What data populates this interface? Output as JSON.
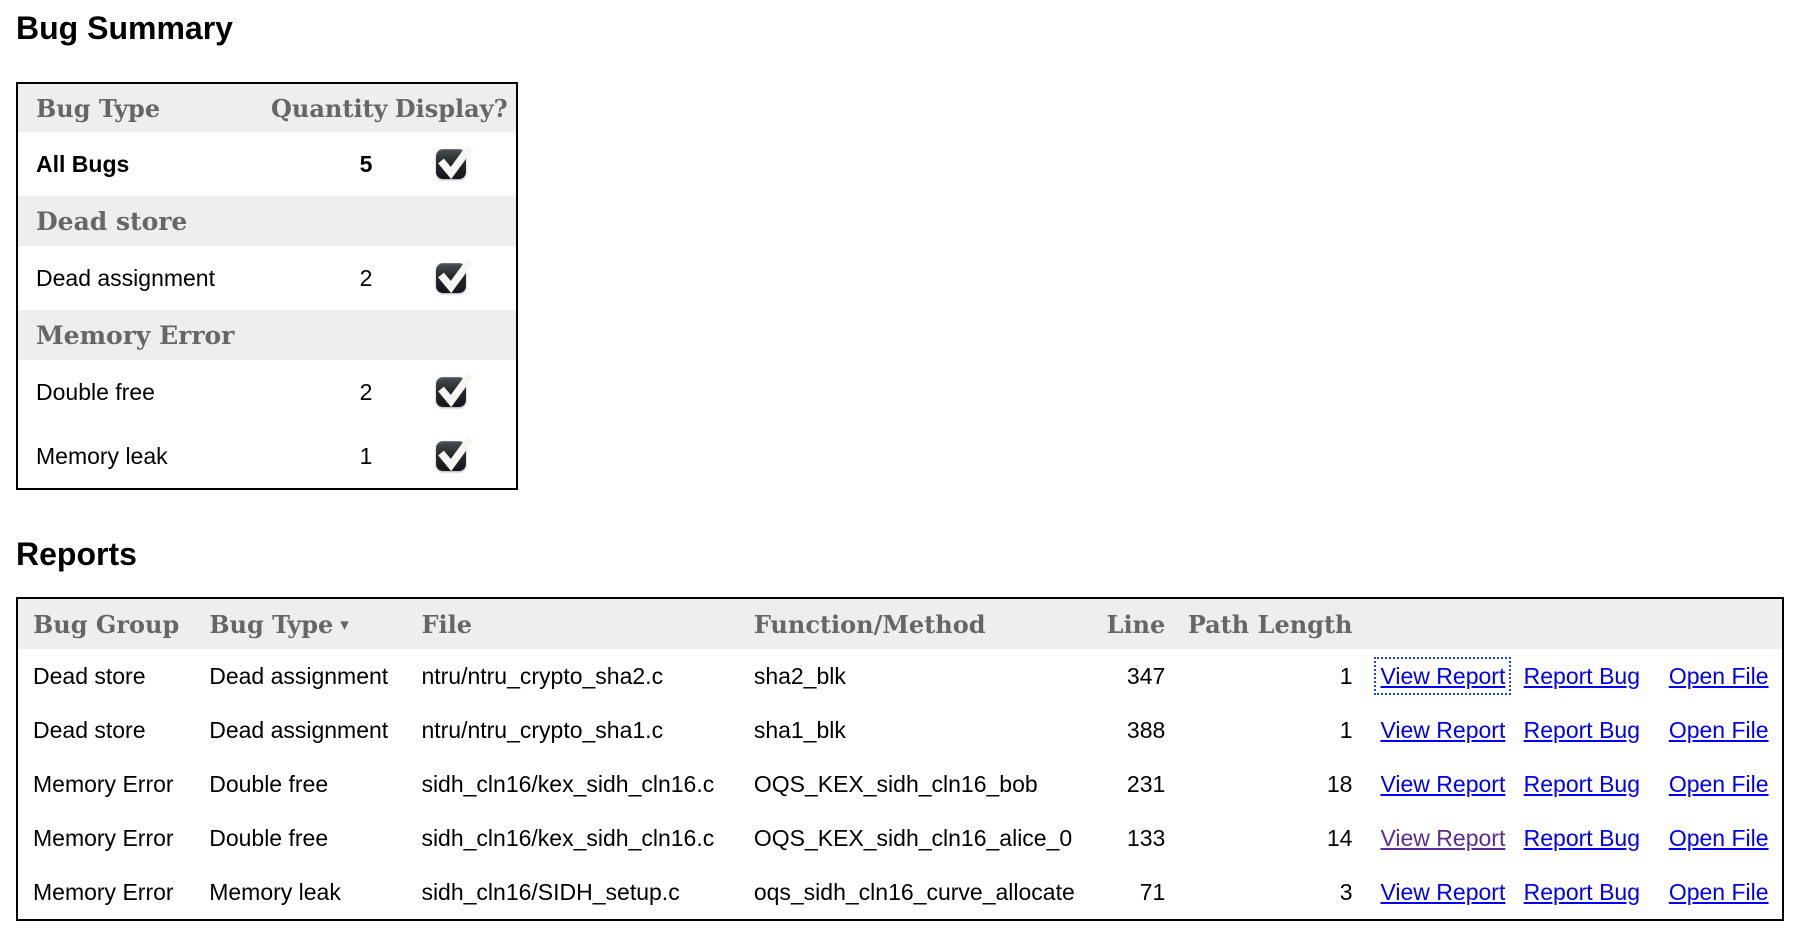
{
  "page": {
    "bug_summary_heading": "Bug Summary",
    "reports_heading": "Reports"
  },
  "colors": {
    "link": "#0000EE",
    "visited_link": "#5b2d90",
    "focus_outline": "#2444e0",
    "table_header_bg": "#eeeeee",
    "table_header_text": "#666666",
    "checkbox_dark": "#26292c",
    "checkmark": "#f6f6f3"
  },
  "summary_table": {
    "headers": {
      "bug_type": "Bug Type",
      "quantity": "Quantity",
      "display": "Display?"
    },
    "rows": [
      {
        "kind": "total",
        "label": "All Bugs",
        "quantity": "5",
        "checked": true
      },
      {
        "kind": "group",
        "label": "Dead store"
      },
      {
        "kind": "item",
        "label": "Dead assignment",
        "quantity": "2",
        "checked": true
      },
      {
        "kind": "group",
        "label": "Memory Error"
      },
      {
        "kind": "item",
        "label": "Double free",
        "quantity": "2",
        "checked": true
      },
      {
        "kind": "item",
        "label": "Memory leak",
        "quantity": "1",
        "checked": true
      }
    ]
  },
  "reports_table": {
    "headers": [
      {
        "label": "Bug Group"
      },
      {
        "label": "Bug Type",
        "sort_indicator": "▾"
      },
      {
        "label": "File"
      },
      {
        "label": "Function/Method"
      },
      {
        "label": "Line",
        "align": "right"
      },
      {
        "label": "Path Length",
        "align": "right"
      }
    ],
    "link_labels": {
      "view": "View Report",
      "report": "Report Bug",
      "open": "Open File"
    },
    "rows": [
      {
        "bug_group": "Dead store",
        "bug_type": "Dead assignment",
        "file": "ntru/ntru_crypto_sha2.c",
        "function": "sha2_blk",
        "line": "347",
        "path_length": "1",
        "view_state": "focused"
      },
      {
        "bug_group": "Dead store",
        "bug_type": "Dead assignment",
        "file": "ntru/ntru_crypto_sha1.c",
        "function": "sha1_blk",
        "line": "388",
        "path_length": "1",
        "view_state": "normal"
      },
      {
        "bug_group": "Memory Error",
        "bug_type": "Double free",
        "file": "sidh_cln16/kex_sidh_cln16.c",
        "function": "OQS_KEX_sidh_cln16_bob",
        "line": "231",
        "path_length": "18",
        "view_state": "normal"
      },
      {
        "bug_group": "Memory Error",
        "bug_type": "Double free",
        "file": "sidh_cln16/kex_sidh_cln16.c",
        "function": "OQS_KEX_sidh_cln16_alice_0",
        "line": "133",
        "path_length": "14",
        "view_state": "visited"
      },
      {
        "bug_group": "Memory Error",
        "bug_type": "Memory leak",
        "file": "sidh_cln16/SIDH_setup.c",
        "function": "oqs_sidh_cln16_curve_allocate",
        "line": "71",
        "path_length": "3",
        "view_state": "normal"
      }
    ]
  }
}
